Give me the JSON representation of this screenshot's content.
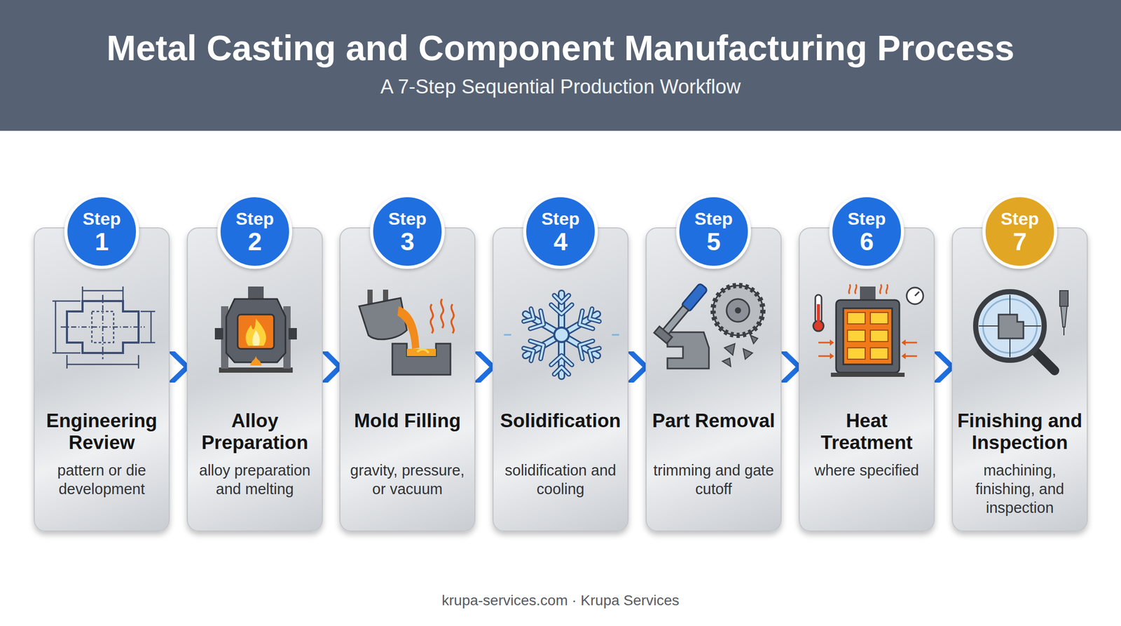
{
  "diagram": {
    "title": "Metal Casting and Component Manufacturing Process",
    "nodes": [
      {
        "text": [
          "Engineering Review",
          "pattern or die development"
        ]
      },
      {
        "text": [
          "Step",
          "1"
        ],
        "in": 0
      },
      {
        "text": [
          "Alloy Preparation",
          "alloy preparation and melting"
        ]
      },
      {
        "text": [
          "Step",
          "2"
        ],
        "in": 2
      },
      {
        "text": [
          "Mold Filling",
          "gravity, pressure, or vacuum"
        ]
      },
      {
        "text": [
          "Step",
          "3"
        ],
        "in": 4
      },
      {
        "text": [
          "Solidification",
          "solidification and cooling"
        ]
      },
      {
        "text": [
          "Step",
          "4"
        ],
        "in": 6
      },
      {
        "text": [
          "Part Removal",
          "trimming and gate cutoff"
        ]
      },
      {
        "text": [
          "Step",
          "5"
        ],
        "in": 8
      },
      {
        "text": [
          "Heat Treatment",
          "where specified"
        ]
      },
      {
        "text": [
          "Step",
          "6"
        ],
        "in": 10
      },
      {
        "text": [
          "Finishing and Inspection",
          "machining, finishing, and inspection"
        ]
      },
      {
        "text": [
          "Step",
          "7"
        ],
        "in": 12
      }
    ],
    "edges": [
      {
        "from": 0,
        "to": 2,
        "arrow": "to"
      },
      {
        "from": 2,
        "to": 4,
        "arrow": "to"
      },
      {
        "from": 4,
        "to": 6,
        "arrow": "to"
      },
      {
        "from": 6,
        "to": 8,
        "arrow": "to"
      },
      {
        "from": 8,
        "to": 10,
        "arrow": "to"
      },
      {
        "from": 10,
        "to": 12,
        "arrow": "to"
      }
    ],
    "labels": [
      "A 7-Step Sequential Production Workflow",
      "krupa-services.com · Krupa Services"
    ]
  }
}
